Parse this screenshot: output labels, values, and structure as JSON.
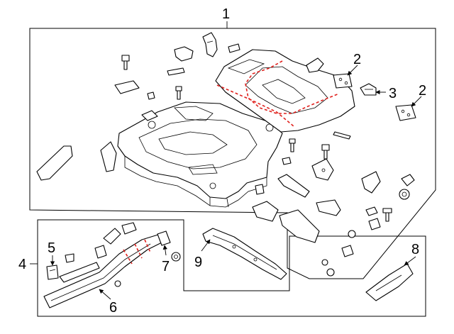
{
  "callouts": {
    "c1": "1",
    "c2a": "2",
    "c2b": "2",
    "c3": "3",
    "c4": "4",
    "c5": "5",
    "c6": "6",
    "c7": "7",
    "c8": "8",
    "c9": "9"
  },
  "colors": {
    "line": "#000000",
    "cut_line": "#e0201c",
    "background": "#ffffff"
  }
}
